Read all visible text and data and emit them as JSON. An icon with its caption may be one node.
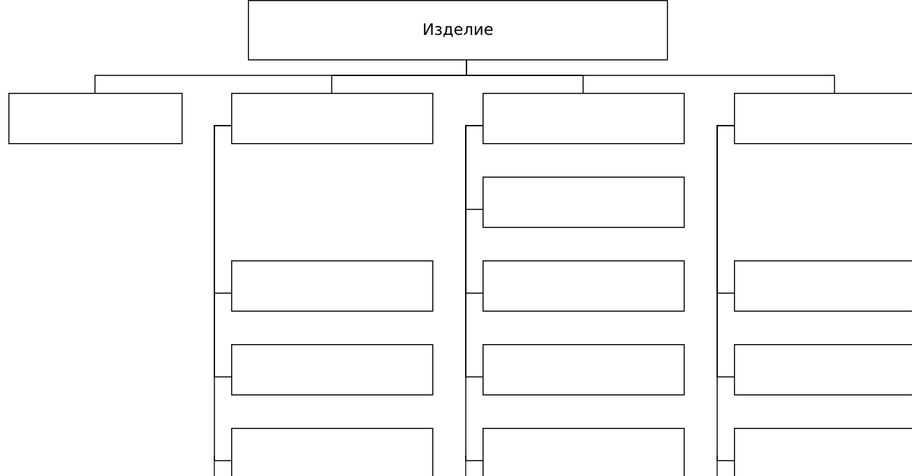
{
  "diagram": {
    "nodes": [
      {
        "text": [
          "Изделие"
        ]
      },
      {
        "text": [],
        "shape": "box"
      },
      {
        "text": [],
        "shape": "box"
      },
      {
        "text": [],
        "shape": "box"
      },
      {
        "text": [],
        "shape": "box"
      },
      {
        "text": [],
        "shape": "box"
      },
      {
        "text": [],
        "shape": "box"
      },
      {
        "text": [],
        "shape": "box"
      },
      {
        "text": [],
        "shape": "box"
      },
      {
        "text": [],
        "shape": "box"
      },
      {
        "text": [],
        "shape": "box"
      },
      {
        "text": [],
        "shape": "box"
      },
      {
        "text": [],
        "shape": "box"
      },
      {
        "text": [],
        "shape": "box"
      },
      {
        "text": [],
        "shape": "box"
      }
    ],
    "edges": [
      {
        "from": 0,
        "to": 1,
        "arrow": "none"
      },
      {
        "from": 0,
        "to": 2,
        "arrow": "none"
      },
      {
        "from": 0,
        "to": 3,
        "arrow": "none"
      },
      {
        "from": 0,
        "to": 4,
        "arrow": "none"
      },
      {
        "from": 2,
        "to": 5,
        "arrow": "none"
      },
      {
        "from": 2,
        "to": 6,
        "arrow": "none"
      },
      {
        "from": 2,
        "to": 7,
        "arrow": "none"
      },
      {
        "from": 3,
        "to": 8,
        "arrow": "none"
      },
      {
        "from": 3,
        "to": 9,
        "arrow": "none"
      },
      {
        "from": 3,
        "to": 10,
        "arrow": "none"
      },
      {
        "from": 3,
        "to": 11,
        "arrow": "none"
      },
      {
        "from": 4,
        "to": 12,
        "arrow": "none"
      },
      {
        "from": 4,
        "to": 13,
        "arrow": "none"
      },
      {
        "from": 4,
        "to": 14,
        "arrow": "none"
      }
    ]
  }
}
